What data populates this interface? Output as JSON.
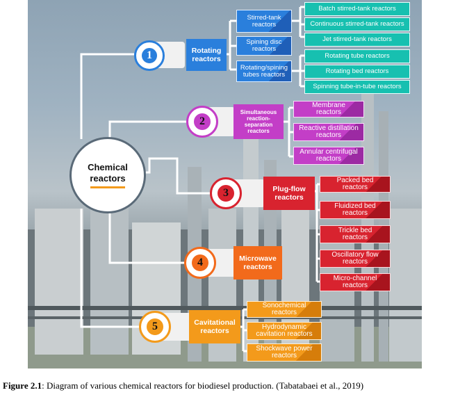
{
  "hub": {
    "title": "Chemical\nreactors"
  },
  "categories": [
    {
      "number": "1",
      "label": "Rotating\nreactors",
      "color": "#2a7fdc",
      "subtypes": [
        {
          "label": "Stirred-tank\nreactors",
          "variants": [
            "Batch stirred-tank reactors",
            "Continuous stirred-tank reactors",
            "Jet stirred-tank reactors"
          ]
        },
        {
          "label": "Spining disc\nreactors",
          "variants": []
        },
        {
          "label": "Rotating/spining\ntubes reactors",
          "variants": [
            "Rotating tube reactors",
            "Rotating bed reactors",
            "Spinning tube-in-tube reactors"
          ]
        }
      ]
    },
    {
      "number": "2",
      "label": "Simultaneous\nreaction-separation\nreactors",
      "color": "#c33ec7",
      "subtypes": [
        {
          "label": "Membrane\nreactors"
        },
        {
          "label": "Reactive distillation\nreactors"
        },
        {
          "label": "Annular centrifugal\nreactors"
        }
      ]
    },
    {
      "number": "3",
      "label": "Plug-flow\nreactors",
      "color": "#d8232f",
      "subtypes": [
        {
          "label": "Packed bed\nreactors"
        },
        {
          "label": "Fluidized bed\nreactors"
        },
        {
          "label": "Trickle bed\nreactors"
        },
        {
          "label": "Oscillatory flow\nreactors"
        },
        {
          "label": "Micro-channel\nreactors"
        }
      ]
    },
    {
      "number": "4",
      "label": "Microwave\nreactors",
      "color": "#f26a1b",
      "subtypes": []
    },
    {
      "number": "5",
      "label": "Cavitational\nreactors",
      "color": "#f39a1b",
      "subtypes": [
        {
          "label": "Sonochemical\nreactors"
        },
        {
          "label": "Hydrodynamic\ncavitation reactors"
        },
        {
          "label": "Shockwave power\nreactors"
        }
      ]
    }
  ],
  "caption": {
    "label": "Figure 2.1",
    "text": ": Diagram of various chemical reactors for biodiesel production. (Tabatabaei et al., 2019)"
  }
}
